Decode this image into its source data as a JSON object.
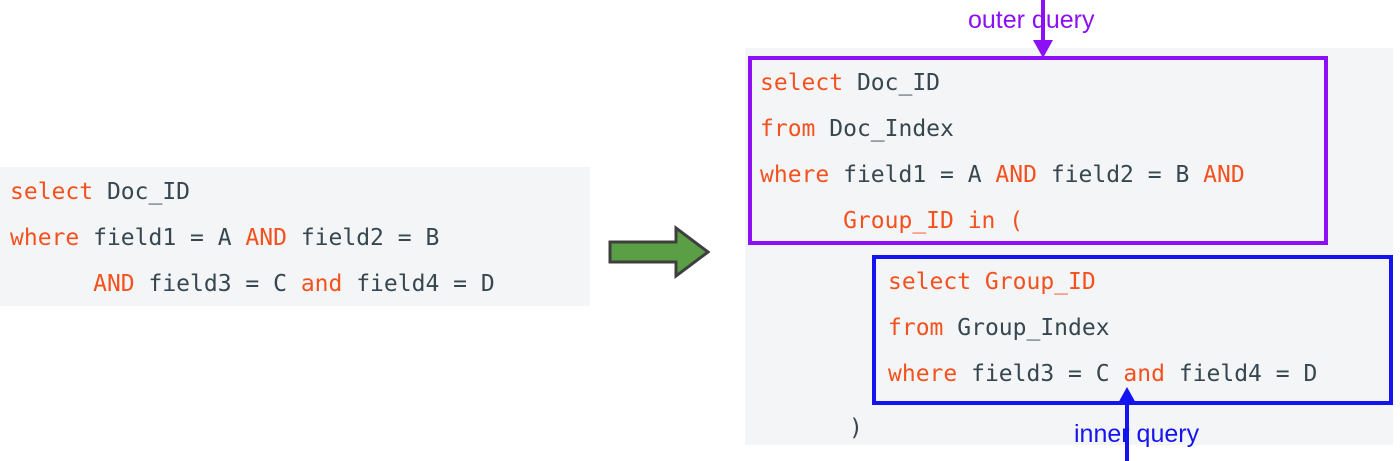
{
  "diagram": {
    "title": "SQL query rewrite: flat WHERE clause to nested subquery",
    "colors": {
      "panel_background": "#f4f5f7",
      "keyword": "#f4511e",
      "identifier": "#37474f",
      "outer_box_border": "#8c0ff5",
      "inner_box_border": "#1414f0",
      "transform_arrow_fill": "#5a9e46",
      "transform_arrow_stroke": "#3f3f3f"
    }
  },
  "left_query": {
    "lines": [
      [
        {
          "text": "select ",
          "type": "keyword"
        },
        {
          "text": "Doc_ID",
          "type": "identifier"
        }
      ],
      [
        {
          "text": "where ",
          "type": "keyword"
        },
        {
          "text": "field1 = A ",
          "type": "identifier"
        },
        {
          "text": "AND",
          "type": "keyword"
        },
        {
          "text": " field2 = B",
          "type": "identifier"
        }
      ],
      [
        {
          "text": "      ",
          "type": "identifier"
        },
        {
          "text": "AND",
          "type": "keyword"
        },
        {
          "text": " field3 = C ",
          "type": "identifier"
        },
        {
          "text": "and",
          "type": "keyword"
        },
        {
          "text": " field4 = D",
          "type": "identifier"
        }
      ]
    ]
  },
  "outer_query": {
    "label": "outer query",
    "lines": [
      [
        {
          "text": "select ",
          "type": "keyword"
        },
        {
          "text": "Doc_ID",
          "type": "identifier"
        }
      ],
      [
        {
          "text": "from ",
          "type": "keyword"
        },
        {
          "text": "Doc_Index",
          "type": "identifier"
        }
      ],
      [
        {
          "text": "where ",
          "type": "keyword"
        },
        {
          "text": "field1 = A ",
          "type": "identifier"
        },
        {
          "text": "AND",
          "type": "keyword"
        },
        {
          "text": " field2 = B ",
          "type": "identifier"
        },
        {
          "text": "AND",
          "type": "keyword"
        }
      ],
      [
        {
          "text": "      Group_ID in (",
          "type": "keyword"
        }
      ]
    ]
  },
  "inner_query": {
    "label": "inner query",
    "lines": [
      [
        {
          "text": "select Group_ID",
          "type": "keyword"
        }
      ],
      [
        {
          "text": "from ",
          "type": "keyword"
        },
        {
          "text": "Group_Index",
          "type": "identifier"
        }
      ],
      [
        {
          "text": "where ",
          "type": "keyword"
        },
        {
          "text": "field3 = C ",
          "type": "identifier"
        },
        {
          "text": "and",
          "type": "keyword"
        },
        {
          "text": " field4 = D",
          "type": "identifier"
        }
      ]
    ]
  },
  "close_paren": ")"
}
